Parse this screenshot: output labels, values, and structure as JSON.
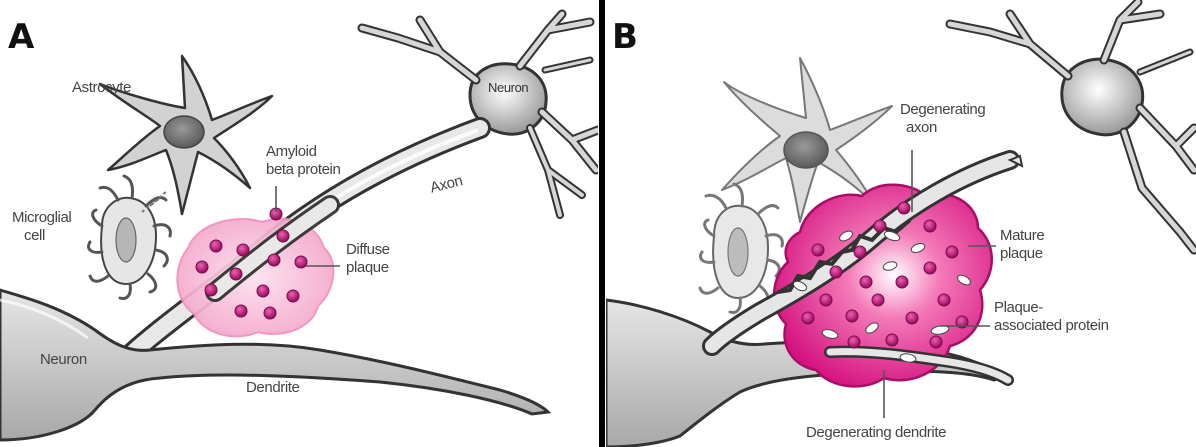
{
  "colors": {
    "neuron_fill": "#cfcfcf",
    "neuron_outline": "#3a3a3a",
    "astrocyte_fill": "#d2d2d2",
    "diffuse_plaque": "#f6b8d6",
    "mature_plaque": "#e0198a",
    "amyloid_dot": "#c2127a",
    "divider": "#000000"
  },
  "panel_a": {
    "letter": "A",
    "labels": {
      "astrocyte": "Astrocyte",
      "neuron_top": "Neuron",
      "amyloid_line1": "Amyloid",
      "amyloid_line2": "beta protein",
      "axon": "Axon",
      "microglial_line1": "Microglial",
      "microglial_line2": "cell",
      "diffuse_line1": "Diffuse",
      "diffuse_line2": "plaque",
      "neuron_bottom": "Neuron",
      "dendrite": "Dendrite"
    }
  },
  "panel_b": {
    "letter": "B",
    "labels": {
      "degenerating_axon_line1": "Degenerating",
      "degenerating_axon_line2": "axon",
      "mature_line1": "Mature",
      "mature_line2": "plaque",
      "plaque_assoc_line1": "Plaque-",
      "plaque_assoc_line2": "associated protein",
      "degenerating_dendrite": "Degenerating dendrite"
    }
  }
}
